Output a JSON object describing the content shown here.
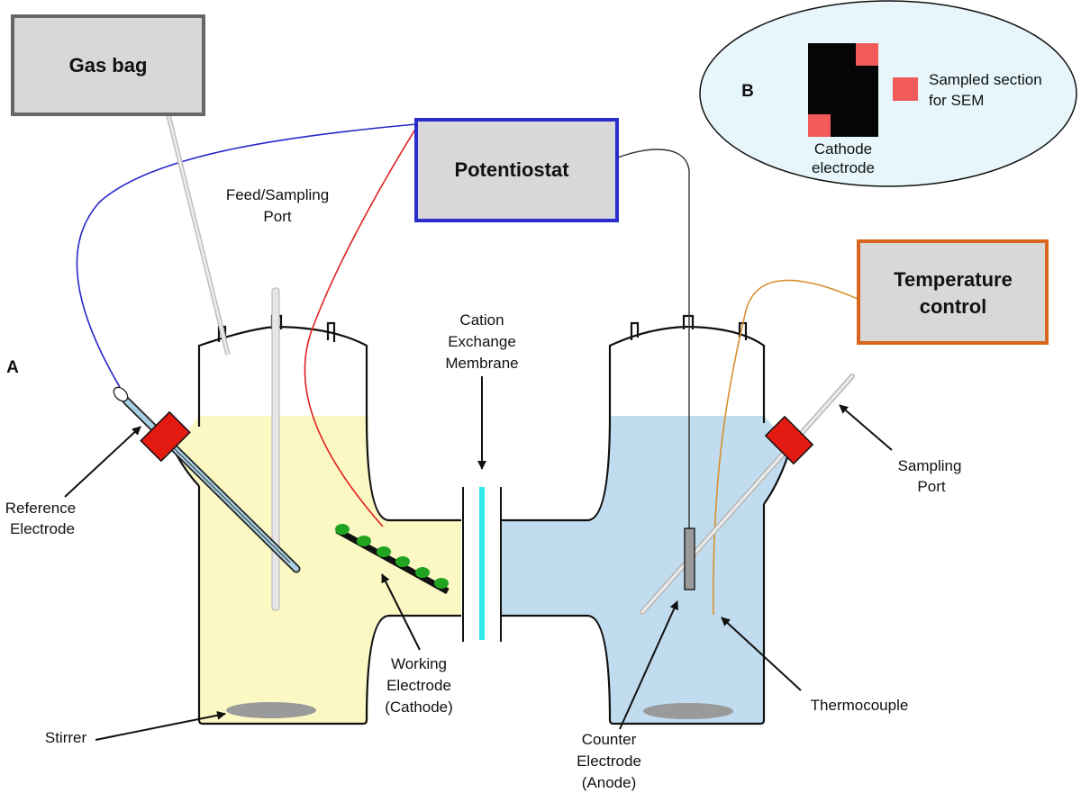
{
  "colors": {
    "yellow_electrolyte": "#fbf8c4",
    "blue_electrolyte": "#c0dcee",
    "cell_outline": "#111111",
    "gas_bag_border": "#666666",
    "box_fill": "#d8d8d8",
    "potentiostat_border": "#2a2ccc",
    "temperature_border": "#d8661e",
    "membrane": "#2ee8ec",
    "clamp_red": "#e21a12",
    "biofilm_green": "#21a521",
    "sampled_section": "#f25a5a",
    "panel_b_fill": "#e6f6fa",
    "wire_blue": "#2626c8",
    "wire_red": "#e01e1e",
    "wire_black": "#333333",
    "wire_orange": "#d8902e"
  },
  "panel_labels": {
    "a": "A",
    "b": "B"
  },
  "boxes": {
    "gas_bag": "Gas bag",
    "potentiostat": "Potentiostat",
    "temperature_line1": "Temperature",
    "temperature_line2": "control"
  },
  "labels": {
    "feed_line1": "Feed/Sampling",
    "feed_line2": "Port",
    "membrane_line1": "Cation",
    "membrane_line2": "Exchange",
    "membrane_line3": "Membrane",
    "reference_line1": "Reference",
    "reference_line2": "Electrode",
    "working_line1": "Working",
    "working_line2": "Electrode",
    "working_line3": "(Cathode)",
    "stirrer": "Stirrer",
    "counter_line1": "Counter",
    "counter_line2": "Electrode",
    "counter_line3": "(Anode)",
    "thermocouple": "Thermocouple",
    "sampling_line1": "Sampling",
    "sampling_line2": "Port"
  },
  "panel_b": {
    "cathode_line1": "Cathode",
    "cathode_line2": "electrode",
    "legend_line1": "Sampled section",
    "legend_line2": "for SEM"
  }
}
